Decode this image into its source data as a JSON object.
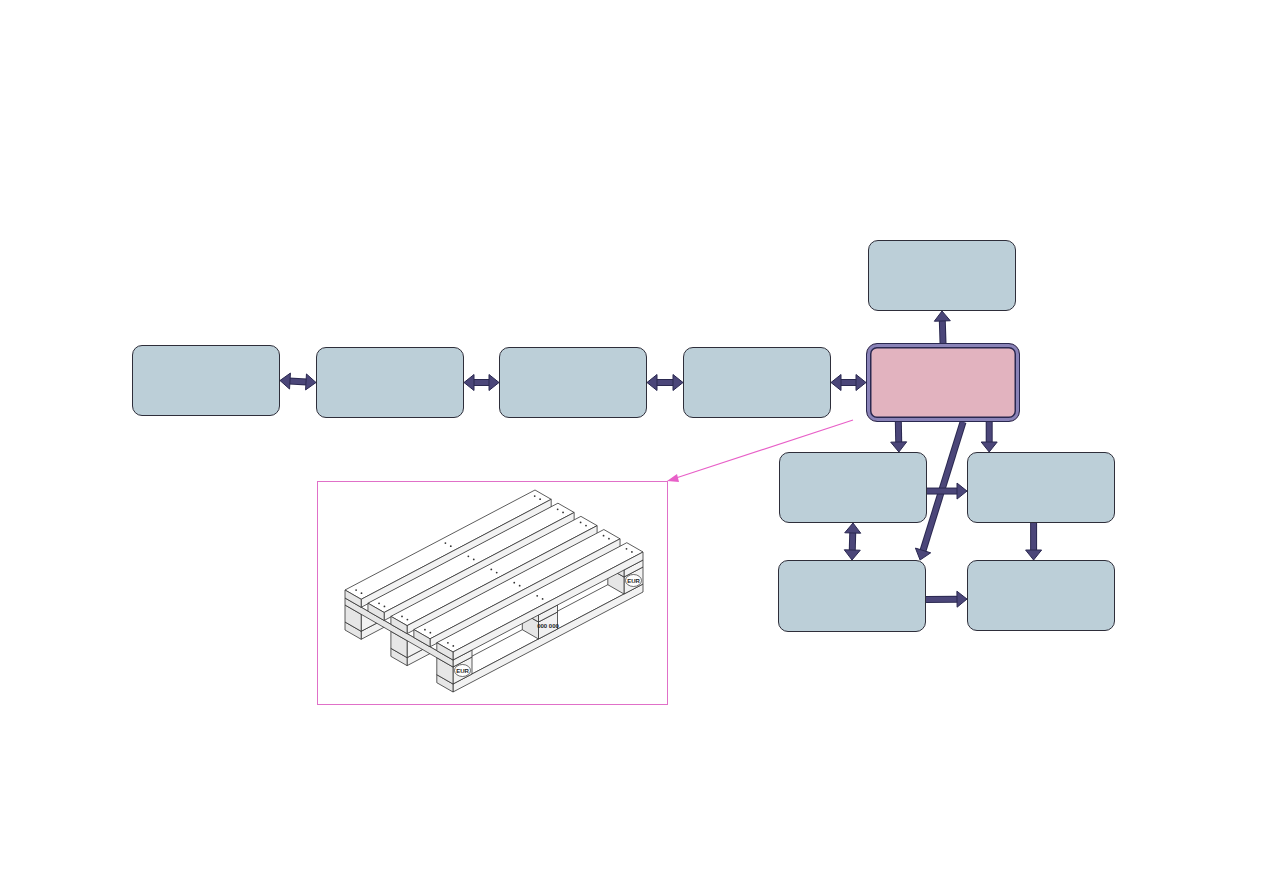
{
  "diagram": {
    "nodes": [
      {
        "text": []
      },
      {
        "text": []
      },
      {
        "text": []
      },
      {
        "text": []
      },
      {
        "text": []
      },
      {
        "text": []
      },
      {
        "text": []
      },
      {
        "text": []
      },
      {
        "text": []
      },
      {
        "text": []
      }
    ],
    "edges": [
      {
        "from": 1,
        "to": 2,
        "arrow": "both"
      },
      {
        "from": 2,
        "to": 3,
        "arrow": "both"
      },
      {
        "from": 3,
        "to": 4,
        "arrow": "both"
      },
      {
        "from": 4,
        "to": 5,
        "arrow": "both"
      },
      {
        "from": 5,
        "to": 0,
        "arrow": "to"
      },
      {
        "from": 5,
        "to": 6,
        "arrow": "to"
      },
      {
        "from": 5,
        "to": 7,
        "arrow": "to"
      },
      {
        "from": 5,
        "to": 8,
        "arrow": "to"
      },
      {
        "from": 6,
        "to": 7,
        "arrow": "to"
      },
      {
        "from": 6,
        "to": 8,
        "arrow": "both"
      },
      {
        "from": 7,
        "to": 9,
        "arrow": "to"
      },
      {
        "from": 8,
        "to": 9,
        "arrow": "to"
      }
    ],
    "labels": [
      "EUR",
      "000 000",
      "EUR"
    ]
  }
}
